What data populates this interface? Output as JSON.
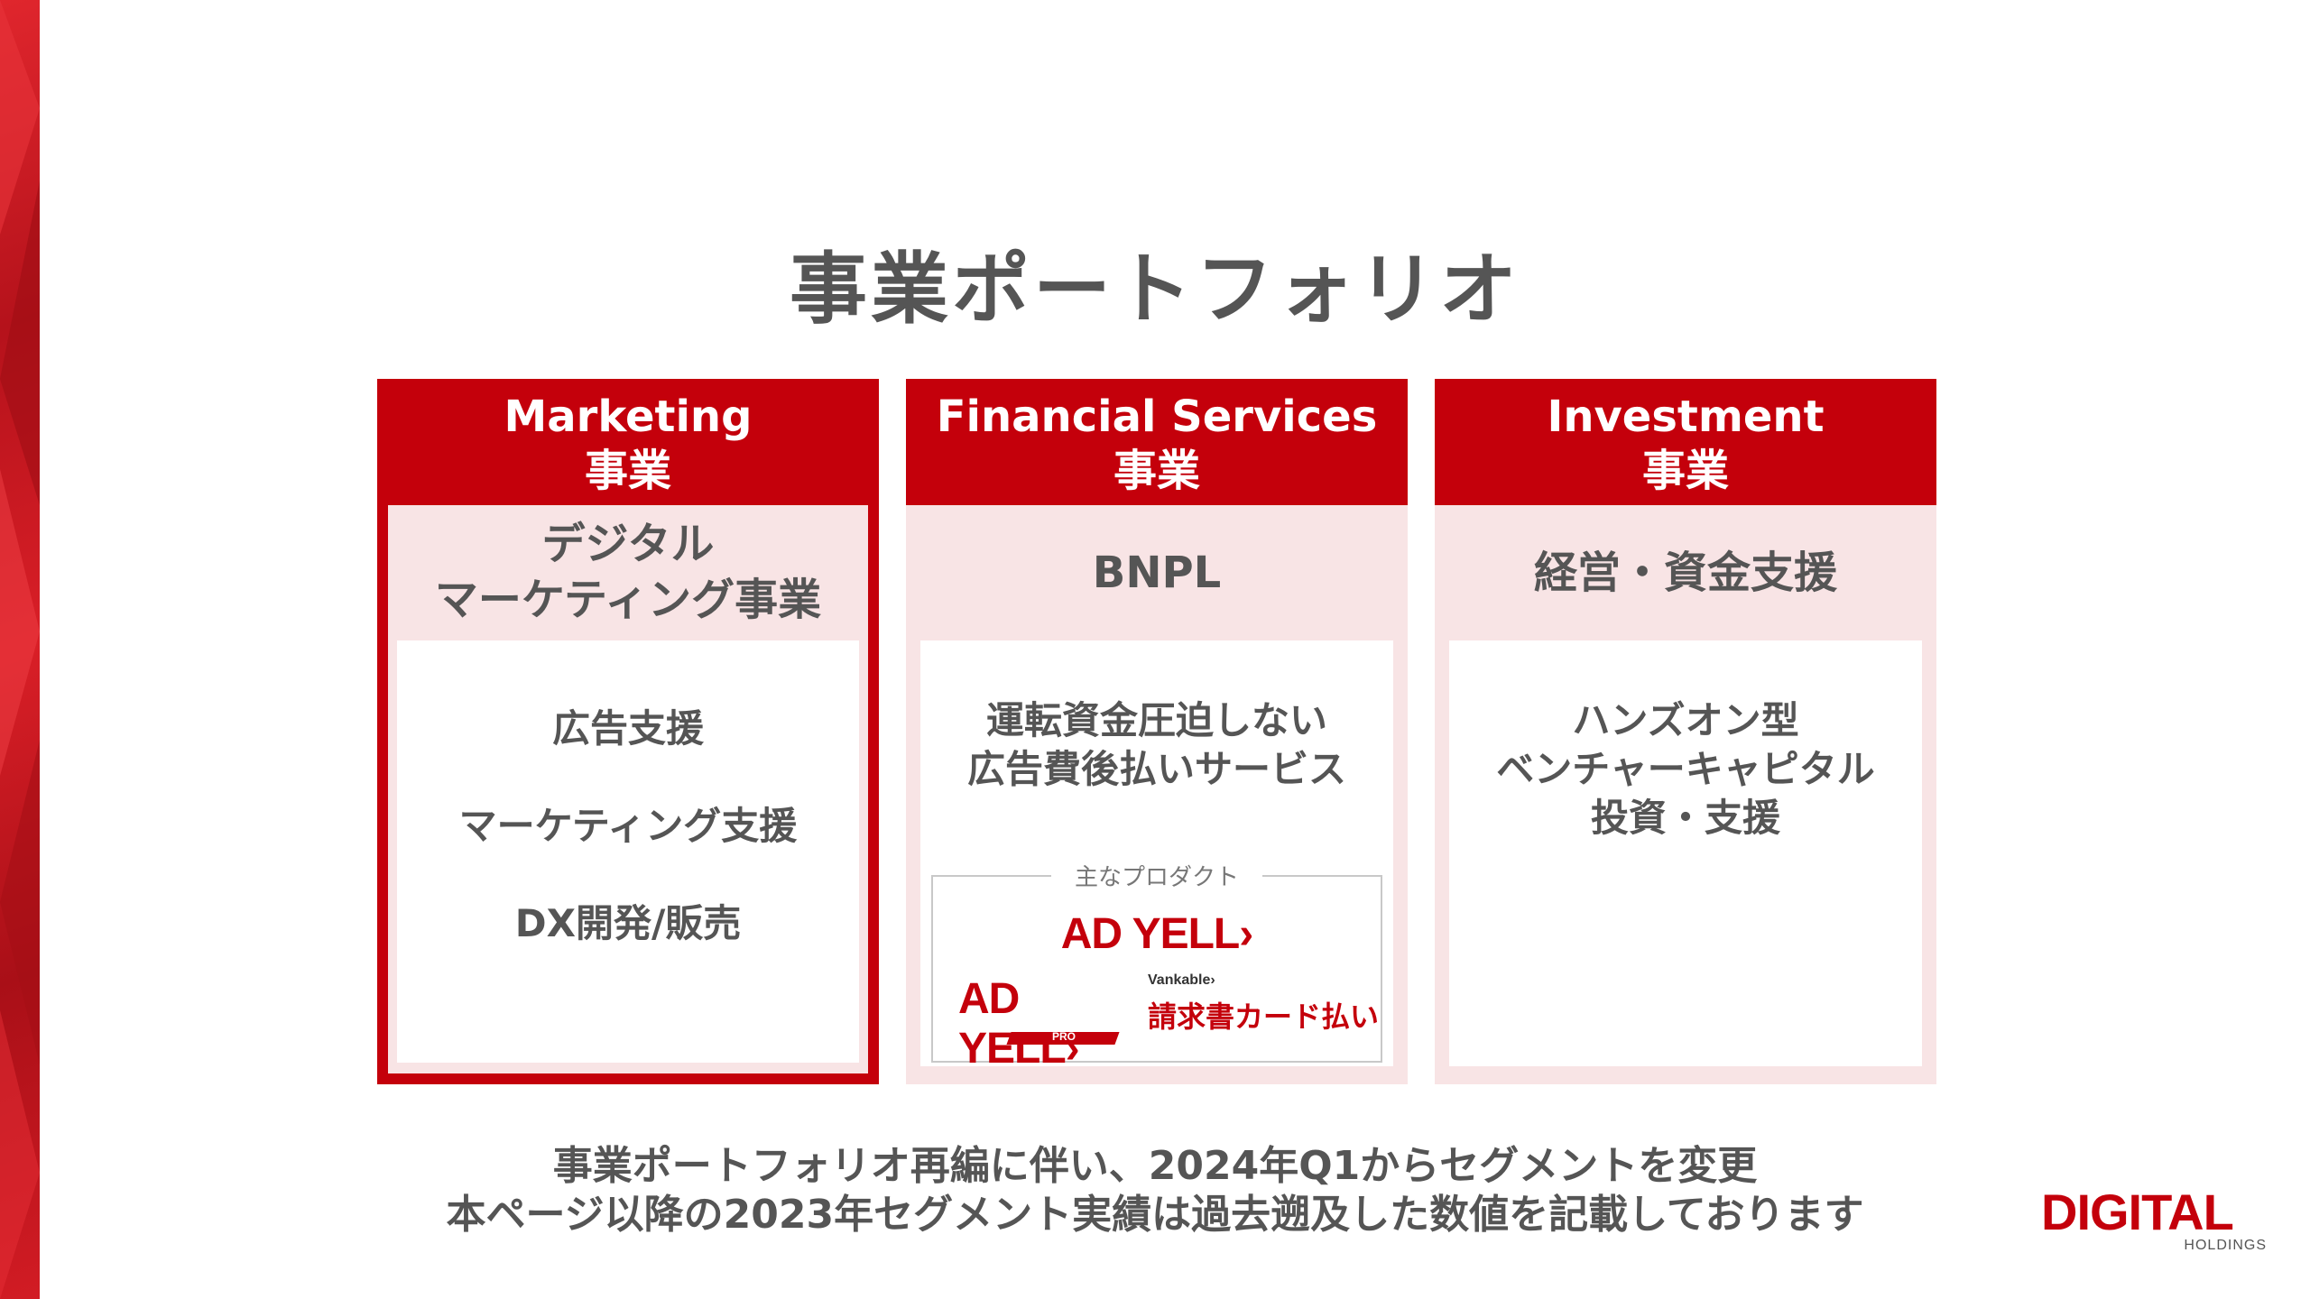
{
  "page": {
    "title": "事業ポートフォリオ"
  },
  "segments": [
    {
      "header_line1": "Marketing",
      "header_line2": "事業",
      "category_line1": "デジタル",
      "category_line2": "マーケティング事業",
      "items": [
        "広告支援",
        "マーケティング支援",
        "DX開発/販売"
      ]
    },
    {
      "header_line1": "Financial Services",
      "header_line2": "事業",
      "category_line1": "BNPL",
      "desc_line1": "運転資金圧迫しない",
      "desc_line2": "広告費後払いサービス",
      "products_label": "主なプロダクト",
      "product1_logo": "AD YELL›",
      "product2_logo": "AD YELL›",
      "product2_badge": "PRO",
      "product3_brand": "Vankable›",
      "product3_name": "請求書カード払い"
    },
    {
      "header_line1": "Investment",
      "header_line2": "事業",
      "category_line1": "経営・資金支援",
      "desc_line1": "ハンズオン型",
      "desc_line2": "ベンチャーキャピタル",
      "desc_line3": "投資・支援"
    }
  ],
  "footnote": {
    "line1": "事業ポートフォリオ再編に伴い、2024年Q1からセグメントを変更",
    "line2": "本ページ以降の2023年セグメント実績は過去遡及した数値を記載しております"
  },
  "corporate_logo": {
    "word": "DIGITAL",
    "sub": "HOLDINGS"
  },
  "colors": {
    "brand_red": "#c4000b",
    "panel_pink": "#f8e4e5",
    "text_gray": "#555555"
  }
}
